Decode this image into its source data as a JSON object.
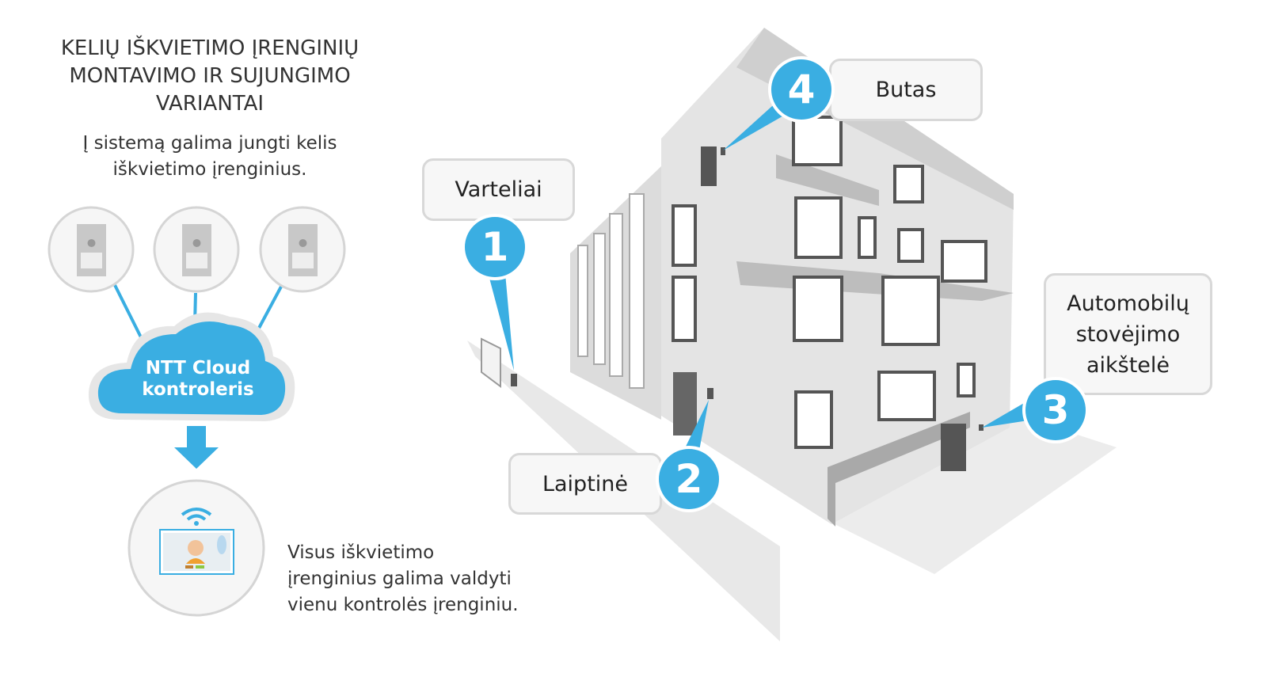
{
  "title": [
    "KELIŲ IŠKVIETIMO ĮRENGINIŲ",
    "MONTAVIMO IR SUJUNGIMO",
    "VARIANTAI"
  ],
  "subtitle": [
    "Į sistemą galima jungti kelis",
    "iškvietimo įrenginius."
  ],
  "cloud": [
    "NTT Cloud",
    "kontroleris"
  ],
  "note": [
    "Visus iškvietimo",
    "įrenginius galima valdyti",
    "vienu kontrolės įrenginiu."
  ],
  "labels": {
    "varteliai": "Varteliai",
    "laiptine": "Laiptinė",
    "butas": "Butas",
    "parking": [
      "Automobilų",
      "stovėjimo",
      "aikštelė"
    ]
  },
  "numbers": [
    "1",
    "2",
    "3",
    "4"
  ],
  "colors": {
    "accent": "#3aaee2",
    "gray": "#d8d8d8"
  }
}
